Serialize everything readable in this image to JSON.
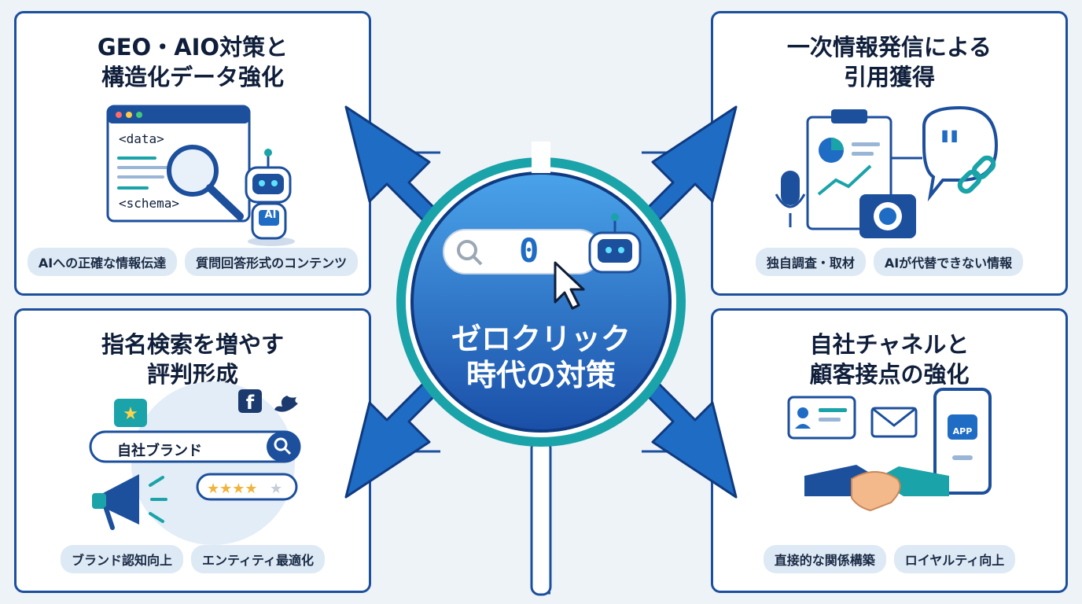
{
  "center": {
    "title_line1": "ゼロクリック",
    "title_line2": "時代の対策",
    "search_value": "0"
  },
  "panels": {
    "top_left": {
      "title_line1": "GEO・AIO対策と",
      "title_line2": "構造化データ強化",
      "code_line1": "<data>",
      "code_line2": "<schema>",
      "robot_badge": "AI",
      "tags": [
        "AIへの正確な情報伝達",
        "質問回答形式のコンテンツ"
      ]
    },
    "top_right": {
      "title_line1": "一次情報発信による",
      "title_line2": "引用獲得",
      "tags": [
        "独自調査・取材",
        "AIが代替できない情報"
      ]
    },
    "bottom_left": {
      "title_line1": "指名検索を増やす",
      "title_line2": "評判形成",
      "search_value": "自社ブランド",
      "tags": [
        "ブランド認知向上",
        "エンティティ最適化"
      ]
    },
    "bottom_right": {
      "title_line1": "自社チャネルと",
      "title_line2": "顧客接点の強化",
      "app_label": "APP",
      "tags": [
        "直接的な関係構築",
        "ロイヤルティ向上"
      ]
    }
  },
  "colors": {
    "primary": "#1c4f9c",
    "accent_blue": "#1f6cc4",
    "teal": "#1aa3a8",
    "tag_bg": "#dde9f4"
  }
}
